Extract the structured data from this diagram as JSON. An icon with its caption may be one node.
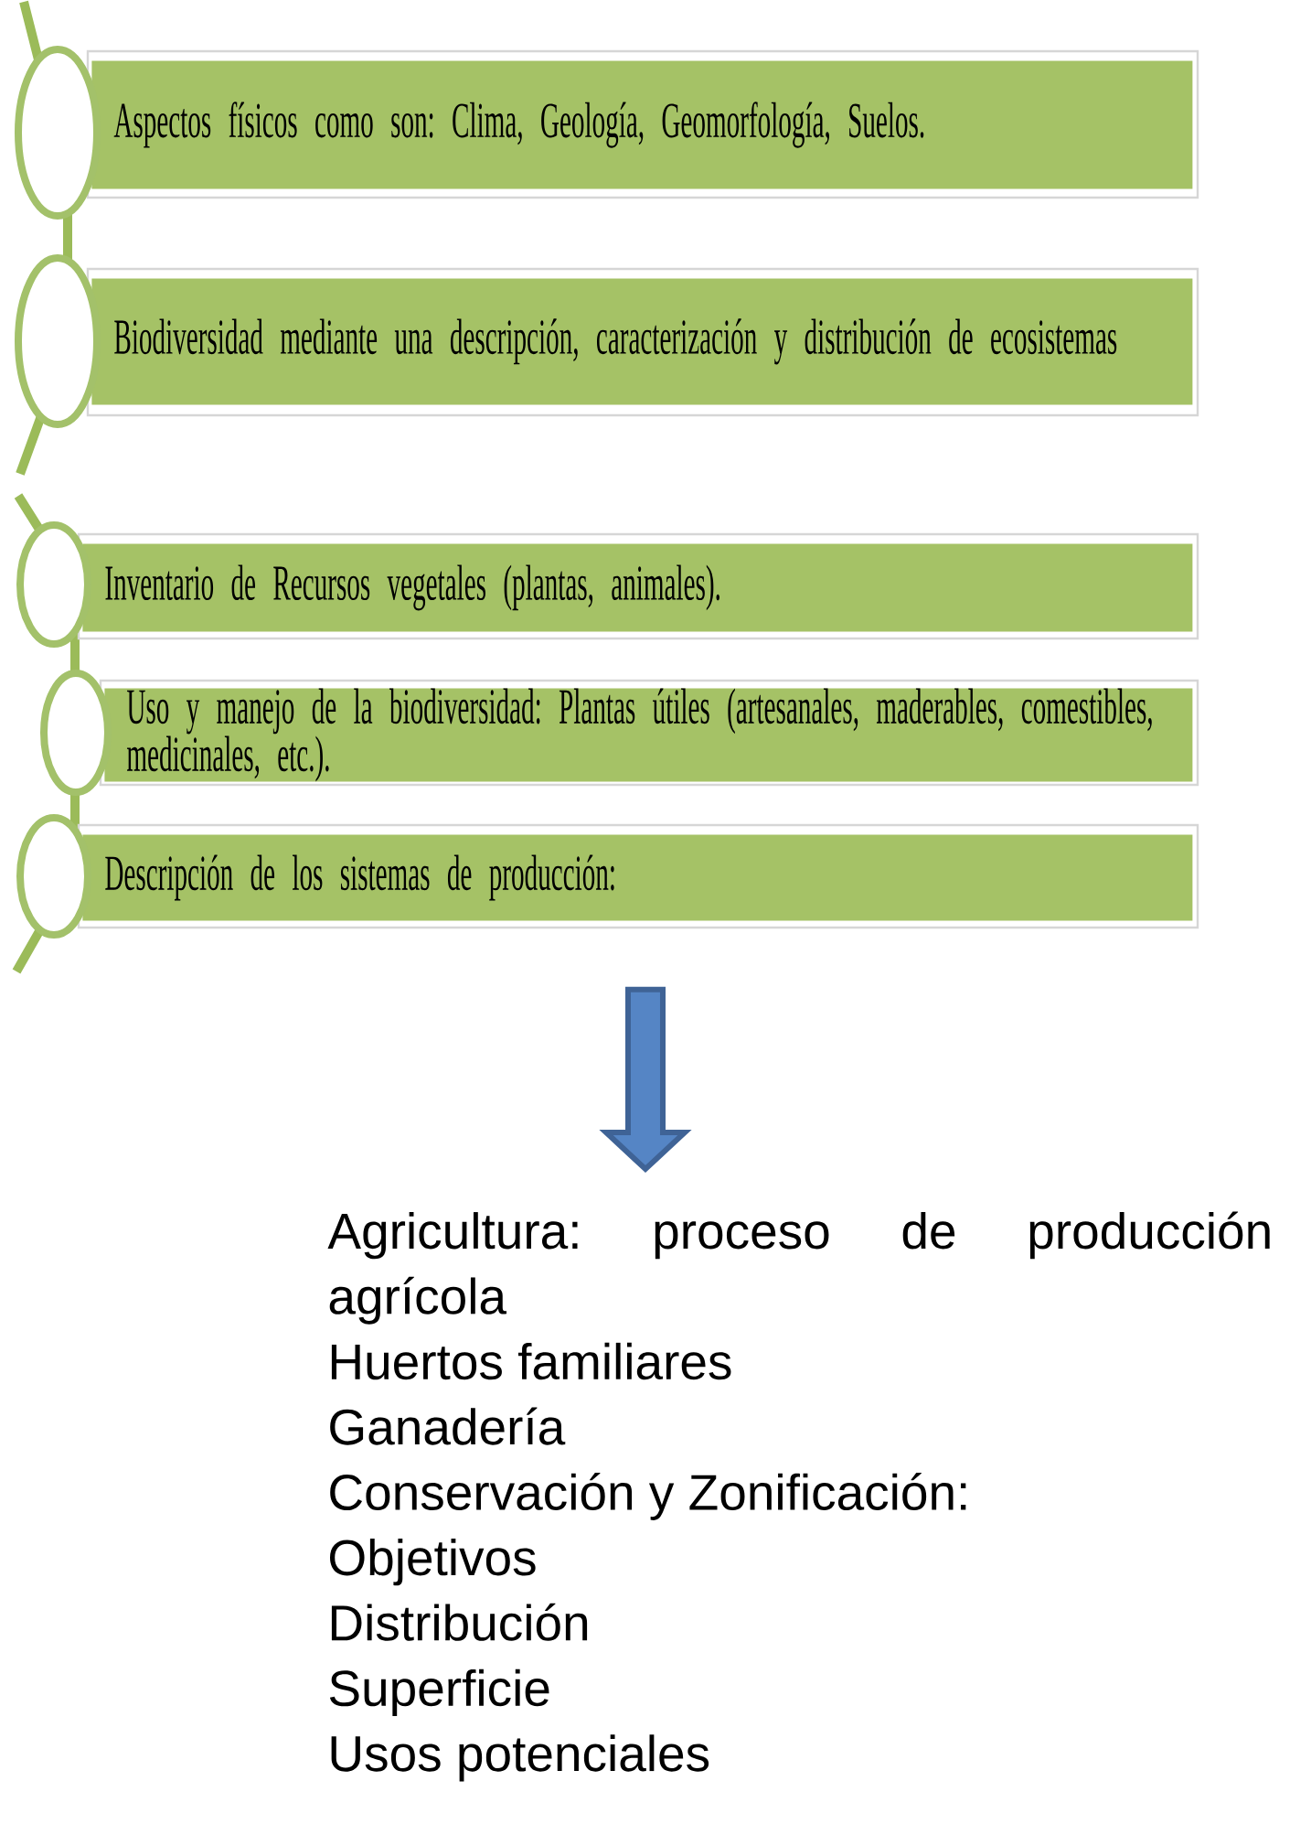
{
  "diagram": {
    "nodes": [
      {
        "text": [
          "Aspectos físicos como son: Clima, Geología, Geomorfología, Suelos."
        ]
      },
      {
        "text": [
          "Biodiversidad mediante una descripción, caracterización y distribución de ecosistemas"
        ]
      },
      {
        "text": [
          "Inventario de Recursos vegetales (plantas, animales)."
        ]
      },
      {
        "text": [
          "Uso y manejo de la biodiversidad: Plantas útiles (artesanales, maderables, comestibles, medicinales, etc.)."
        ]
      },
      {
        "text": [
          "Descripción de los sistemas de producción:"
        ]
      },
      {
        "text": [
          "Agricultura: proceso de producción agrícola",
          "Huertos familiares",
          "Ganadería",
          "Conservación y Zonificación:",
          "Objetivos",
          "Distribución",
          "Superficie",
          "Usos potenciales"
        ]
      }
    ],
    "edges": [
      {
        "from": 4,
        "to": 5,
        "arrow": "to",
        "style": "thick"
      }
    ]
  }
}
